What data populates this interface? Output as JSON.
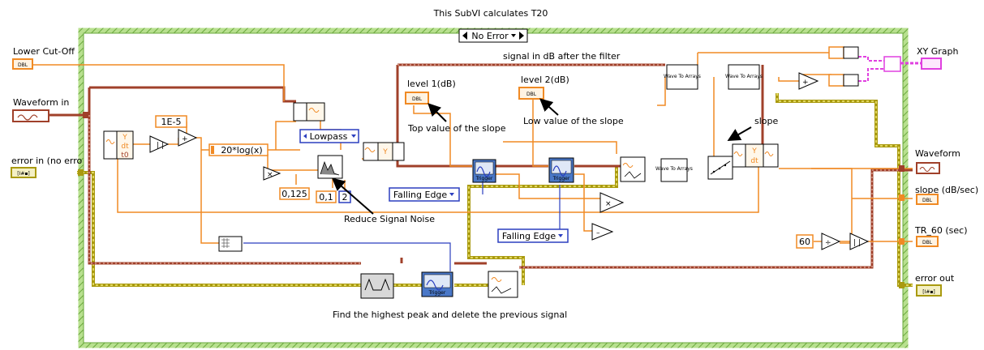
{
  "title": "This SubVI calculates T20",
  "case_selector": "No Error",
  "inputs": {
    "lower_cutoff": "Lower Cut-Off",
    "waveform_in": "Waveform in",
    "error_in": "error in (no erro",
    "level1": "level 1(dB)",
    "level2": "level 2(dB)"
  },
  "outputs": {
    "xy_graph": "XY Graph",
    "waveform": "Waveform",
    "slope": "slope (dB/sec)",
    "tr60": "TR_60 (sec)",
    "error_out": "error out"
  },
  "annotations": {
    "signal_db": "signal in dB after the filter",
    "top_value": "Top value of the slope",
    "low_value": "Low value of the slope",
    "slope": "slope",
    "reduce_noise": "Reduce Signal Noise",
    "find_peak": "Find the highest peak and delete the previous signal"
  },
  "nodes": {
    "log_expr": "20*log(x)",
    "filter_type": "Lowpass",
    "edge1": "Falling Edge",
    "edge2": "Falling Edge",
    "const_eps": "1E-5",
    "const_0125": "0,125",
    "const_01": "0,1",
    "const_2": "2",
    "const_60": "60",
    "dbl": "DBL",
    "trigger": "Trigger",
    "wave_to_arrays": "Wave To Arrays",
    "y": "Y",
    "dt": "dt",
    "t0": "t0"
  },
  "colors": {
    "frame": "#8ac45a",
    "numeric_wire": "#f08a24",
    "waveform_wire": "#a0402a",
    "error_wire": "#a99a10",
    "enum_wire": "#2b3fbf",
    "cluster_wire": "#e040e0"
  }
}
